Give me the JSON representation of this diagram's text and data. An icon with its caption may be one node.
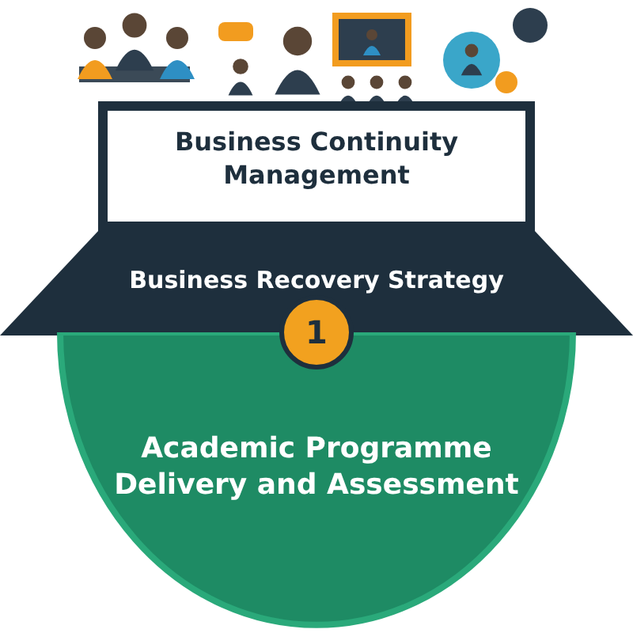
{
  "diagram": {
    "nodes": [
      {
        "text": [
          "Business Continuity Management"
        ]
      },
      {
        "text": [
          "Business Recovery Strategy"
        ]
      },
      {
        "text": [
          "1"
        ]
      },
      {
        "text": [
          "Academic Programme Delivery and Assessment"
        ]
      }
    ]
  }
}
